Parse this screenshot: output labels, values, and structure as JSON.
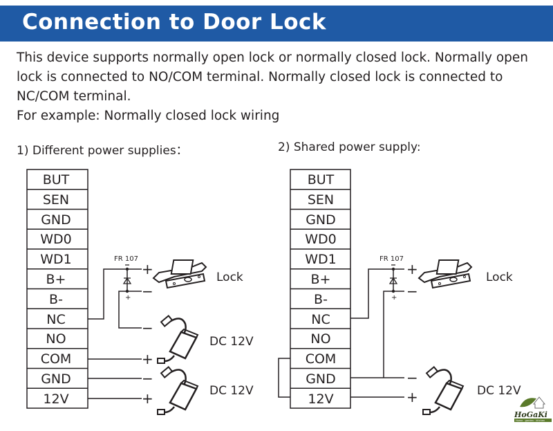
{
  "header": {
    "title": "Connection to Door Lock",
    "color": "#1f5aa5"
  },
  "intro": {
    "line1": "This device supports normally open lock or normally closed lock. Normally open lock is connected to NO/COM terminal. Normally closed lock is connected to NC/COM terminal.",
    "line2": "For example: Normally closed lock wiring"
  },
  "diagrams": [
    {
      "caption": "1) Different power supplies：",
      "terminals": [
        "BUT",
        "SEN",
        "GND",
        "WD0",
        "WD1",
        "B+",
        "B-",
        "NC",
        "NO",
        "COM",
        "GND",
        "12V"
      ],
      "diode_label": "FR 107",
      "lock_label": "Lock",
      "power_labels": [
        "DC 12V",
        "DC 12V"
      ],
      "plus": "+",
      "minus": "−"
    },
    {
      "caption": "2) Shared power supply:",
      "terminals": [
        "BUT",
        "SEN",
        "GND",
        "WD0",
        "WD1",
        "B+",
        "B-",
        "NC",
        "NO",
        "COM",
        "GND",
        "12V"
      ],
      "diode_label": "FR 107",
      "lock_label": "Lock",
      "power_labels": [
        "DC 12V"
      ],
      "plus": "+",
      "minus": "−"
    }
  ],
  "logo": {
    "text": "HoGaKi",
    "tagline": "Home · garden · kitchen"
  }
}
